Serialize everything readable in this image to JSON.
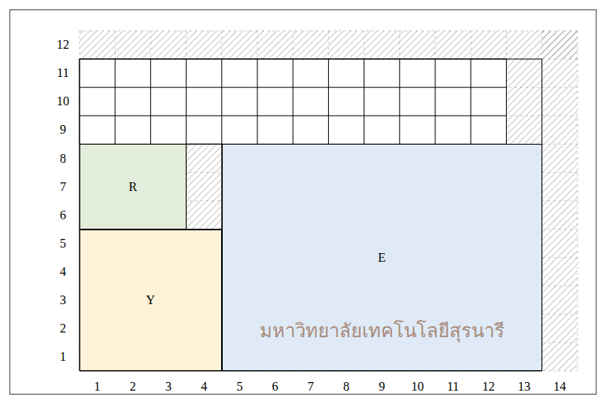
{
  "diagram": {
    "nodes": [
      {
        "text": [
          "R"
        ]
      },
      {
        "text": [
          "Y"
        ]
      },
      {
        "text": [
          "E"
        ]
      }
    ],
    "labels": [
      "12",
      "11",
      "10",
      "9",
      "8",
      "7",
      "6",
      "5",
      "4",
      "3",
      "2",
      "1",
      "1",
      "2",
      "3",
      "4",
      "5",
      "6",
      "7",
      "8",
      "9",
      "10",
      "11",
      "12",
      "13",
      "14",
      "มหาวิทยาลัยเทคโนโลยีสุรนารี"
    ]
  }
}
